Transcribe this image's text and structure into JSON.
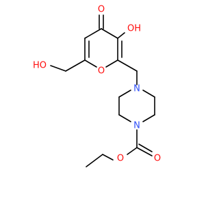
{
  "molecule": {
    "colors": {
      "O": "#ff0d0d",
      "N": "#3050f8",
      "C": "#000000"
    },
    "labels": {
      "carbonyl_O": "O",
      "hydroxy_OH": "OH",
      "ring_O": "O",
      "hydroxymethyl_OH": "HO",
      "pip_N_top": "N",
      "pip_N_bottom": "N",
      "carbamate_O_double": "O",
      "carbamate_O_ester": "O"
    }
  }
}
